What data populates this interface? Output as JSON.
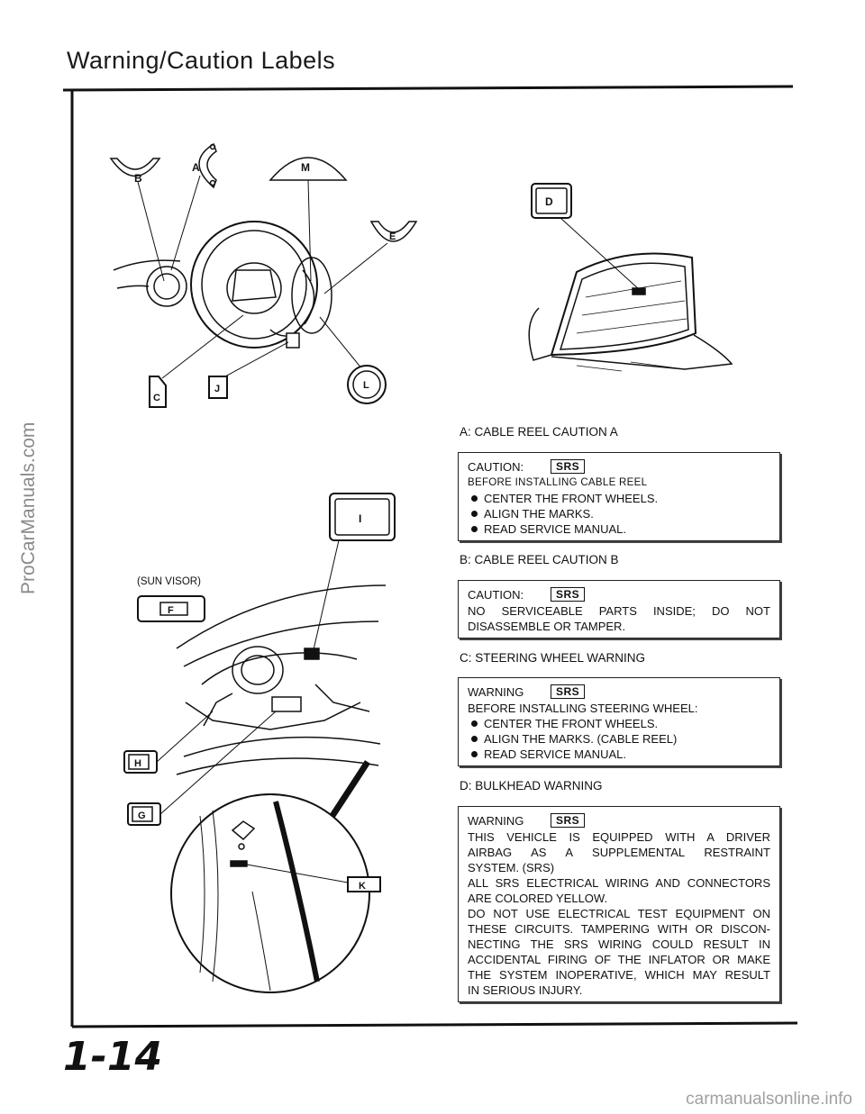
{
  "page": {
    "title": "Warning/Caution Labels",
    "page_number": "1-14",
    "side_watermark": "ProCarManuals.com",
    "footer_watermark": "carmanualsonline.info"
  },
  "diagram": {
    "callouts": [
      "A",
      "B",
      "C",
      "D",
      "E",
      "F",
      "G",
      "H",
      "I",
      "J",
      "K",
      "L",
      "M"
    ],
    "sun_visor_note": "(SUN VISOR)"
  },
  "labels": [
    {
      "caption": "A: CABLE REEL CAUTION A",
      "heading": "CAUTION:",
      "badge": "SRS",
      "intro": "BEFORE INSTALLING CABLE REEL",
      "bullets": [
        "CENTER THE FRONT WHEELS.",
        "ALIGN THE MARKS.",
        "READ SERVICE MANUAL."
      ]
    },
    {
      "caption": "B: CABLE REEL CAUTION B",
      "heading": "CAUTION:",
      "badge": "SRS",
      "lines": [
        "NO SERVICEABLE PARTS INSIDE; DO NOT",
        "DISASSEMBLE OR TAMPER."
      ]
    },
    {
      "caption": "C: STEERING WHEEL WARNING",
      "heading": "WARNING",
      "badge": "SRS",
      "intro": "BEFORE INSTALLING STEERING WHEEL:",
      "bullets": [
        "CENTER THE FRONT WHEELS.",
        "ALIGN THE MARKS. (CABLE REEL)",
        "READ SERVICE MANUAL."
      ]
    },
    {
      "caption": "D:  BULKHEAD WARNING",
      "heading": "WARNING",
      "badge": "SRS",
      "lines": [
        "THIS VEHICLE IS EQUIPPED WITH A DRIVER",
        "AIRBAG AS A SUPPLEMENTAL RESTRAINT",
        "SYSTEM. (SRS)",
        "ALL SRS ELECTRICAL WIRING AND CONNECTORS",
        "ARE COLORED YELLOW.",
        "DO NOT USE ELECTRICAL TEST EQUIPMENT ON",
        "THESE CIRCUITS. TAMPERING WITH OR DISCON-",
        "NECTING THE SRS WIRING COULD RESULT IN",
        "ACCIDENTAL FIRING OF THE INFLATOR OR MAKE",
        "THE SYSTEM INOPERATIVE, WHICH MAY RESULT",
        "IN SERIOUS INJURY."
      ]
    }
  ]
}
